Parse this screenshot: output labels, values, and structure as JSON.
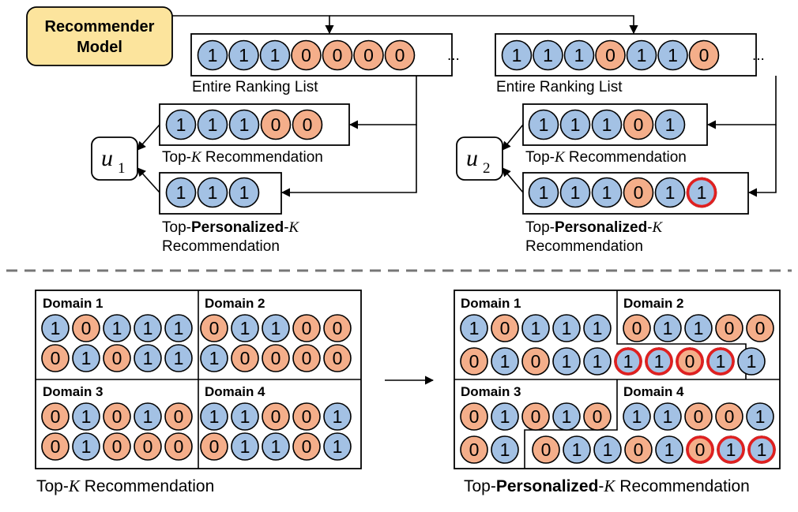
{
  "model_box": {
    "line1": "Recommender",
    "line2": "Model",
    "fill": "#fce49d"
  },
  "colors": {
    "blue": "#a3c1e4",
    "orange": "#f4ae8a",
    "highlight": "#e02020"
  },
  "user1": {
    "symbol": "u",
    "sub": "1"
  },
  "user2": {
    "symbol": "u",
    "sub": "2"
  },
  "ellipsis": "...",
  "entire_label": "Entire Ranking List",
  "topk_label": {
    "pre": "Top-",
    "k": "K",
    "post": " Recommendation"
  },
  "topp_label": {
    "pre": "Top-",
    "bold": "Personalized",
    "dash": "-",
    "k": "K",
    "line2": "Recommendation"
  },
  "bottom_left_caption": {
    "pre": "Top-",
    "k": "K",
    "post": " Recommendation"
  },
  "bottom_right_caption": {
    "pre": "Top-",
    "bold": "Personalized",
    "dash": "-",
    "k": "K",
    "post": " Recommendation"
  },
  "user1_lists": {
    "entire": [
      1,
      1,
      1,
      0,
      0,
      0,
      0
    ],
    "topk": [
      1,
      1,
      1,
      0,
      0
    ],
    "topp": [
      1,
      1,
      1
    ]
  },
  "user2_lists": {
    "entire": [
      1,
      1,
      1,
      0,
      1,
      1,
      0
    ],
    "topk": [
      1,
      1,
      1,
      0,
      1
    ],
    "topp": [
      1,
      1,
      1,
      0,
      1,
      1
    ],
    "topp_highlight": [
      5
    ]
  },
  "domains_left": [
    {
      "title": "Domain 1",
      "rows": [
        [
          1,
          0,
          1,
          1,
          1
        ],
        [
          0,
          1,
          0,
          1,
          1
        ]
      ]
    },
    {
      "title": "Domain 2",
      "rows": [
        [
          0,
          1,
          1,
          0,
          0
        ],
        [
          1,
          0,
          0,
          0,
          0
        ]
      ]
    },
    {
      "title": "Domain 3",
      "rows": [
        [
          0,
          1,
          0,
          1,
          0
        ],
        [
          0,
          1,
          0,
          0,
          0
        ]
      ]
    },
    {
      "title": "Domain 4",
      "rows": [
        [
          1,
          1,
          0,
          0,
          1
        ],
        [
          0,
          1,
          1,
          0,
          1
        ]
      ]
    }
  ],
  "domains_right": {
    "titles": [
      "Domain 1",
      "Domain 2",
      "Domain 3",
      "Domain 4"
    ],
    "d1_row1": [
      1,
      0,
      1,
      1,
      1
    ],
    "d2_row1": [
      0,
      1,
      1,
      0,
      0
    ],
    "row2": [
      0,
      1,
      0,
      1,
      1,
      1,
      1,
      0,
      1,
      1
    ],
    "row2_highlight": [
      5,
      6,
      7,
      8
    ],
    "d3_row1": [
      0,
      1,
      0,
      1,
      0
    ],
    "d4_row1": [
      1,
      1,
      0,
      0,
      1
    ],
    "row4": [
      0,
      1,
      0,
      1,
      1,
      0,
      1,
      0,
      1,
      1
    ],
    "row4_highlight": [
      7,
      8,
      9
    ]
  }
}
